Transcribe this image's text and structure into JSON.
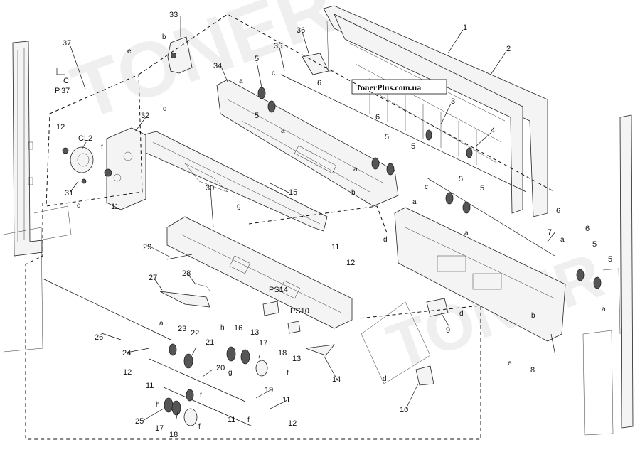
{
  "watermark": {
    "brand": "TonerPlus.com.ua",
    "large_text": "TONER"
  },
  "reference": {
    "group_label": "37",
    "line1": "C",
    "line2": "P.37"
  },
  "callouts": {
    "n1": "1",
    "n2": "2",
    "n3": "3",
    "n4": "4",
    "n5a": "5",
    "n5b": "5",
    "n5c": "5",
    "n5d": "5",
    "n5e": "5",
    "n5f": "5",
    "n5g": "5",
    "n5h": "5",
    "n6a": "6",
    "n6b": "6",
    "n6c": "6",
    "n6d": "6",
    "n7": "7",
    "n8": "8",
    "n9": "9",
    "n10": "10",
    "n11a": "11",
    "n11b": "11",
    "n11c": "11",
    "n11d": "11",
    "n11e": "11",
    "n12a": "12",
    "n12b": "12",
    "n12c": "12",
    "n12d": "12",
    "n13a": "13",
    "n13b": "13",
    "n14": "14",
    "n15": "15",
    "n16": "16",
    "n17a": "17",
    "n17b": "17",
    "n18a": "18",
    "n18b": "18",
    "n19": "19",
    "n20": "20",
    "n21": "21",
    "n22": "22",
    "n23": "23",
    "n24": "24",
    "n25": "25",
    "n26": "26",
    "n27": "27",
    "n28": "28",
    "n29": "29",
    "n30": "30",
    "n31": "31",
    "n32": "32",
    "n33": "33",
    "n34": "34",
    "n35": "35",
    "n36": "36"
  },
  "letters": {
    "a1": "a",
    "a2": "a",
    "a3": "a",
    "a4": "a",
    "a5": "a",
    "a6": "a",
    "a7": "a",
    "a8": "a",
    "b1": "b",
    "b2": "b",
    "b3": "b",
    "c1": "c",
    "c2": "c",
    "d1": "d",
    "d2": "d",
    "d3": "d",
    "d4": "d",
    "d5": "d",
    "e1": "e",
    "e2": "e",
    "f1": "f",
    "f2": "f",
    "f3": "f",
    "f4": "f",
    "f5": "f",
    "g1": "g",
    "g2": "g",
    "h1": "h",
    "h2": "h"
  },
  "sensors": {
    "cl2": "CL2",
    "ps14": "PS14",
    "ps10": "PS10"
  }
}
